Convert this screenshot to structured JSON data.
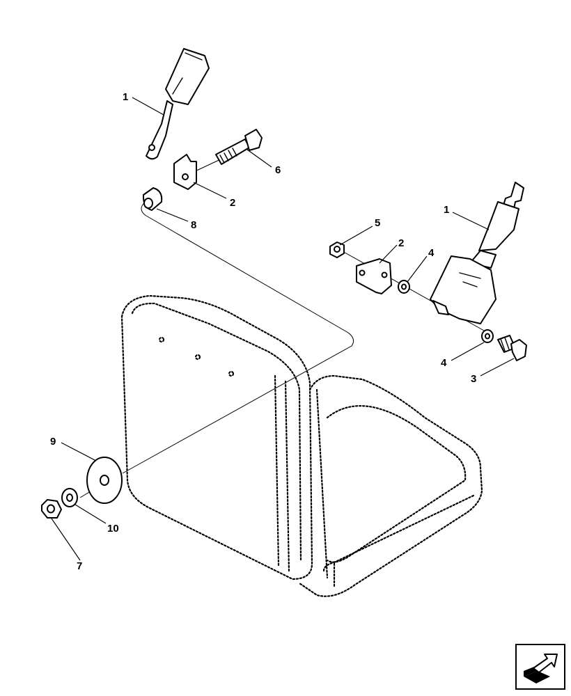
{
  "callouts": {
    "belt_buckle_upper": "1",
    "bracket_upper": "2",
    "bolt_long": "6",
    "spacer": "8",
    "nut_flange": "5",
    "bracket_right": "2",
    "washer_upper": "4",
    "belt_retractor": "1",
    "washer_lower": "4",
    "bolt_short": "3",
    "plate_washer": "9",
    "lock_washer": "10",
    "hex_nut": "7"
  },
  "icons": {
    "nav": "next-page-arrow-icon"
  },
  "colors": {
    "line": "#000000",
    "background": "#ffffff"
  }
}
